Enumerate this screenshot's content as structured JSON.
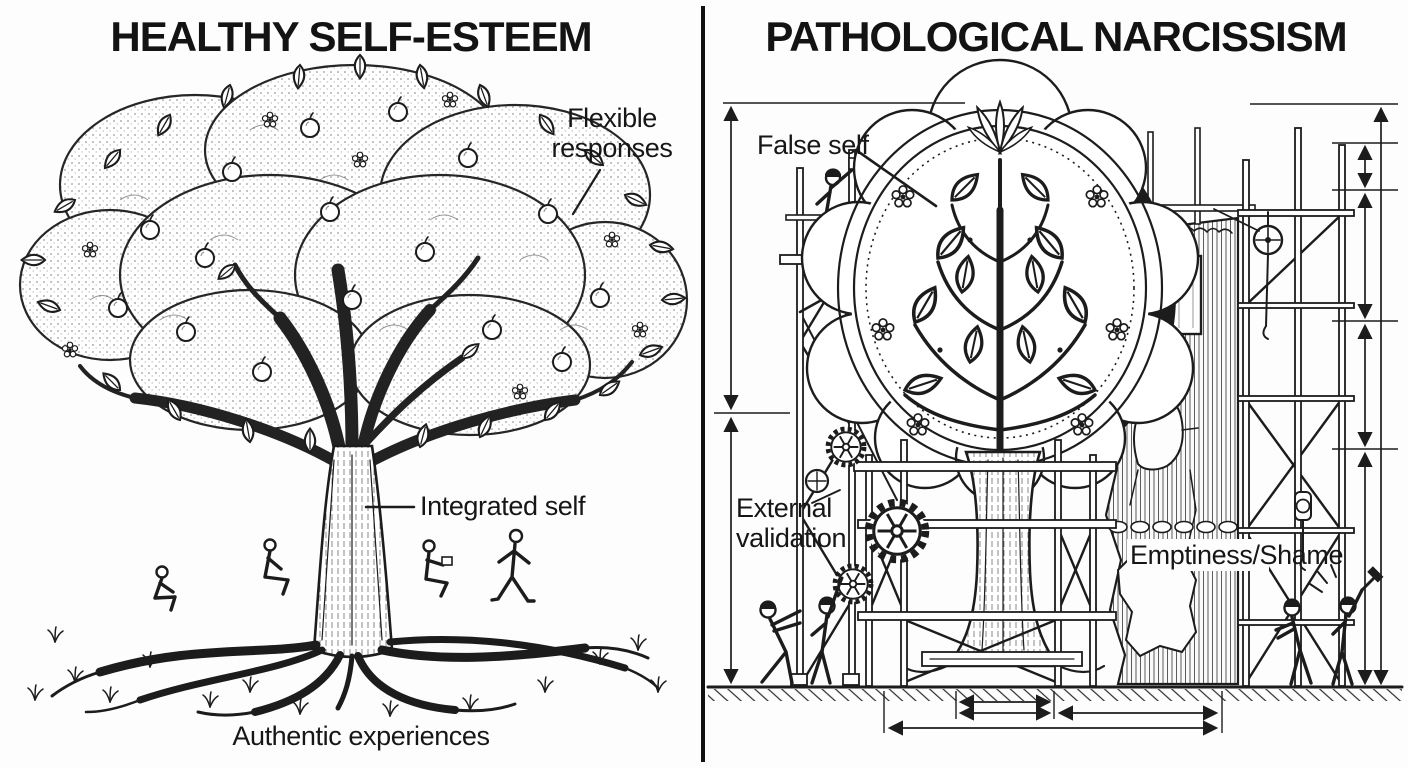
{
  "style": {
    "ink": "#1c1c1c",
    "paper": "#fdfdfd"
  },
  "left_panel": {
    "title": "HEALTHY SELF-ESTEEM",
    "annotations": {
      "flexible_responses": "Flexible responses",
      "integrated_self": "Integrated self",
      "authentic_experiences": "Authentic experiences"
    }
  },
  "right_panel": {
    "title": "PATHOLOGICAL NARCISSISM",
    "annotations": {
      "false_self": "False self",
      "external_validation": "External validation",
      "emptiness_shame": "Emptiness/Shame"
    }
  }
}
